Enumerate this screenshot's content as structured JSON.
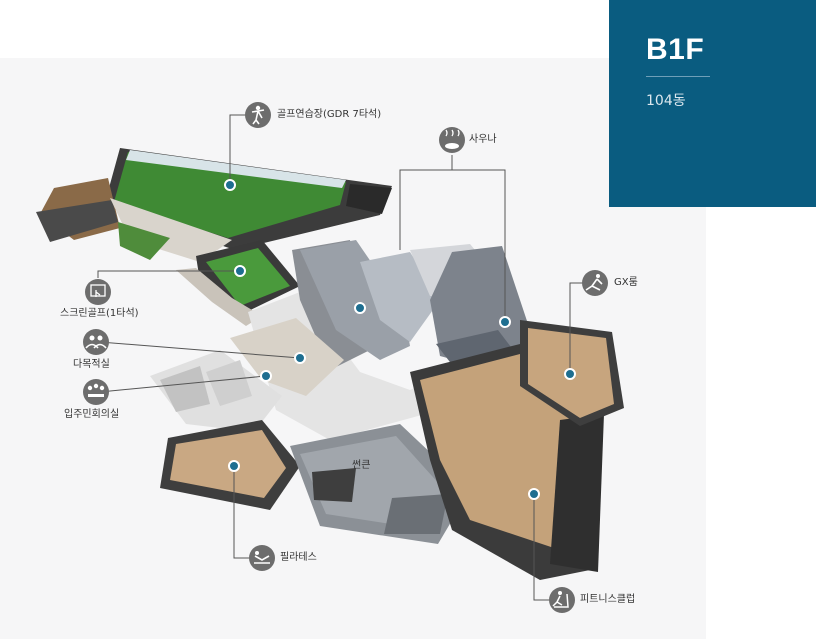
{
  "badge": {
    "floor": "B1F",
    "building": "104동"
  },
  "facilities": {
    "golf_range": "골프연습장(GDR 7타석)",
    "sauna": "사우나",
    "gx_room": "GX룸",
    "screen_golf": "스크린골프(1타석)",
    "multi_room": "다목적실",
    "resident_meeting": "입주민회의실",
    "sunken": "썬큰",
    "pilates": "필라테스",
    "fitness": "피트니스클럽"
  },
  "icons": {
    "golf_range": "golfer-icon",
    "sauna": "sauna-icon",
    "gx_room": "gx-exercise-icon",
    "screen_golf": "screen-golf-icon",
    "multi_room": "people-icon",
    "resident_meeting": "meeting-icon",
    "pilates": "pilates-icon",
    "fitness": "treadmill-icon"
  },
  "colors": {
    "accent": "#0a5c80",
    "marker": "#1e6e90",
    "icon_circle": "#6d6d6d"
  }
}
